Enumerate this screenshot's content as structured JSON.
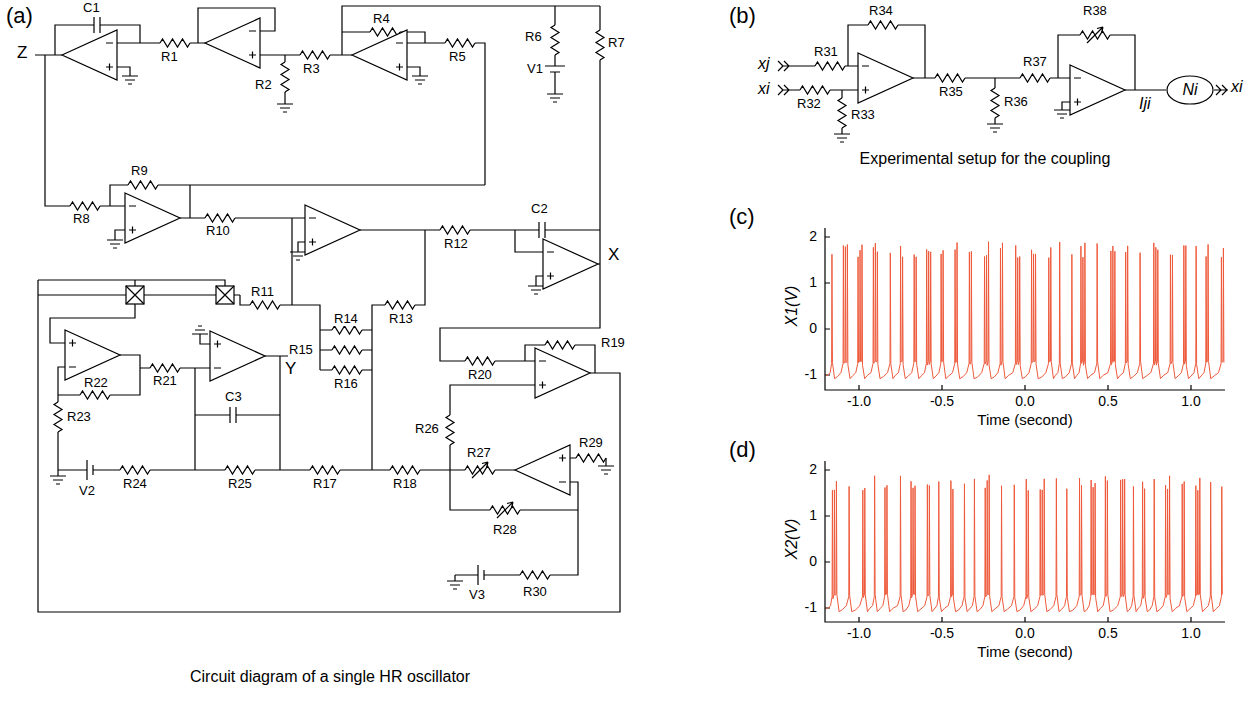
{
  "diagram": {
    "nodes": [
      {
        "text": [
          "Ni"
        ]
      }
    ],
    "labels": [
      "(a)",
      "C1",
      "Z",
      "R1",
      "R2",
      "R3",
      "R4",
      "R5",
      "R6",
      "V1",
      "R7",
      "R9",
      "R8",
      "R10",
      "C2",
      "R12",
      "X",
      "R11",
      "R14",
      "R13",
      "R15",
      "R16",
      "R20",
      "R19",
      "R22",
      "R21",
      "C3",
      "Y",
      "R23",
      "V2",
      "R24",
      "R25",
      "R17",
      "R18",
      "R26",
      "R27",
      "R29",
      "R28",
      "V3",
      "R30",
      "Circuit diagram of a single HR oscillator",
      "(b)",
      "R34",
      "R38",
      "xj",
      "R31",
      "xi",
      "R32",
      "R33",
      "R35",
      "R36",
      "R37",
      "Iji",
      "xi",
      "Experimental setup for the coupling",
      "(c)",
      "2",
      "1",
      "0",
      "-1",
      "-1.0",
      "-0.5",
      "0.0",
      "0.5",
      "1.0",
      "Time (second)",
      "X1(V)",
      "(d)",
      "2",
      "1",
      "0",
      "-1",
      "-1.0",
      "-0.5",
      "0.0",
      "0.5",
      "1.0",
      "Time (second)",
      "X2(V)"
    ]
  }
}
